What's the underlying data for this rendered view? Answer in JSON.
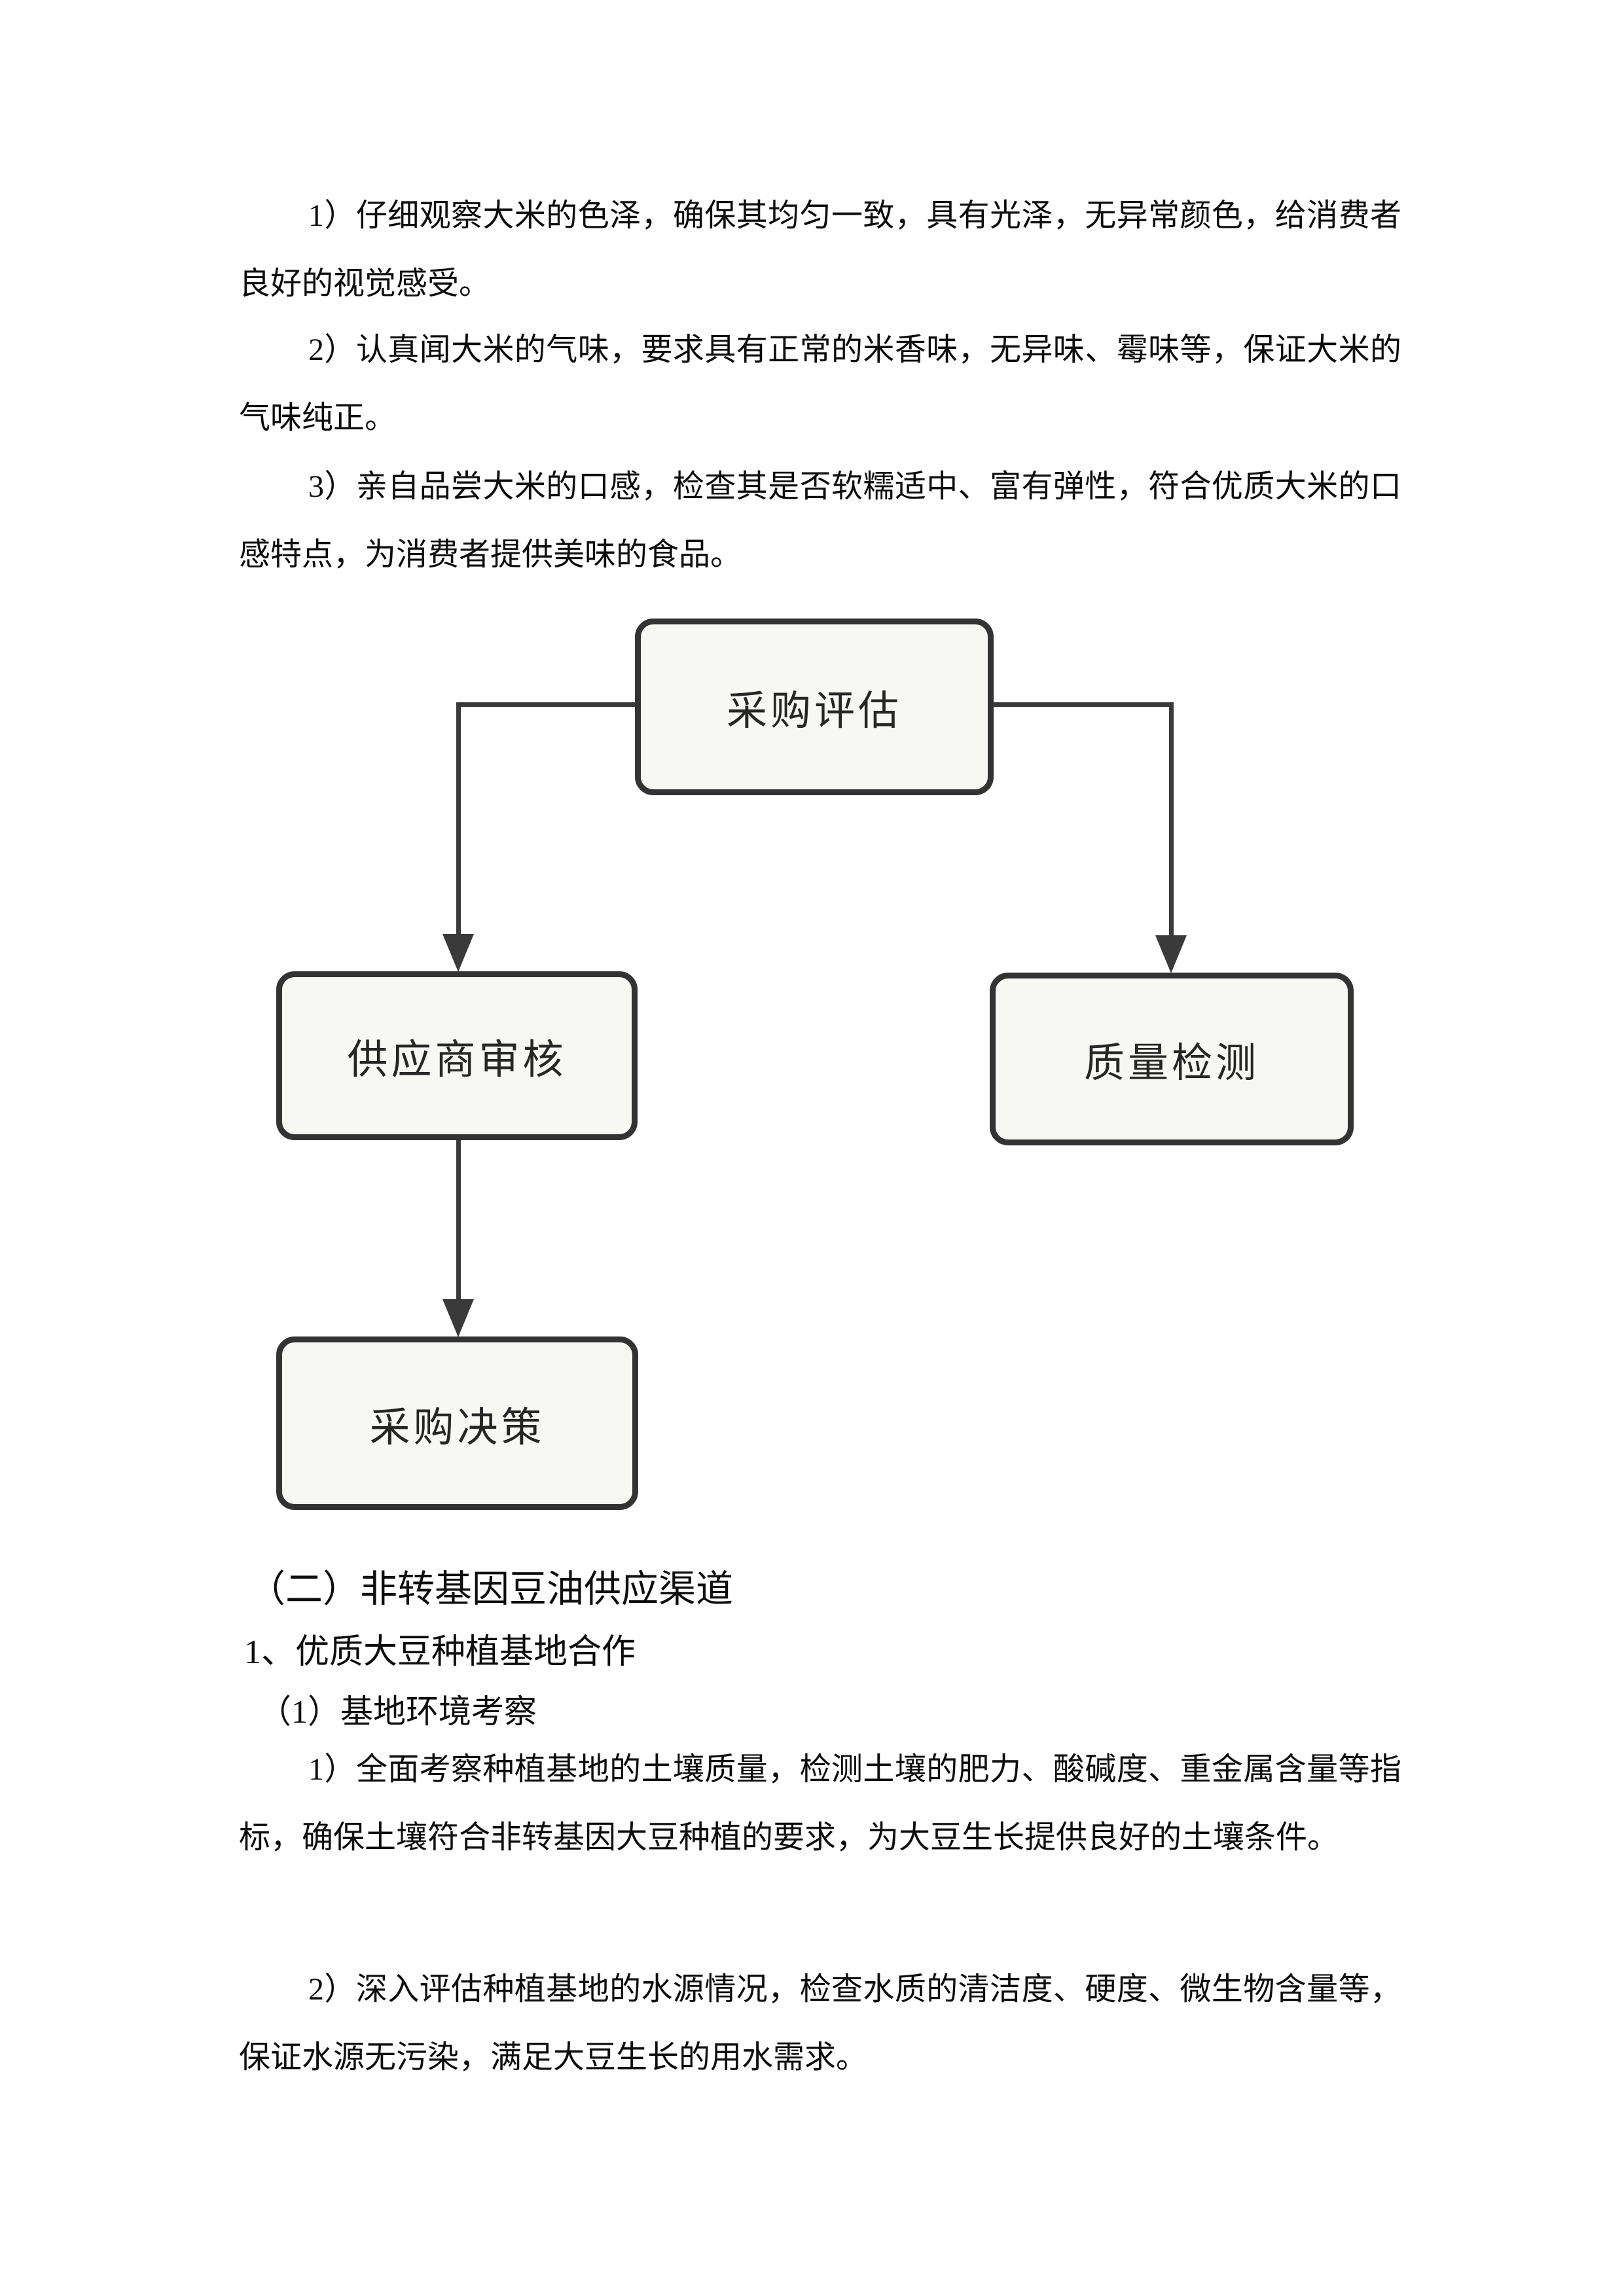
{
  "document": {
    "paragraphs_top": [
      {
        "text": "1）仔细观察大米的色泽，确保其均匀一致，具有光泽，无异常颜色，给消费者良好的视觉感受。"
      },
      {
        "text": "2）认真闻大米的气味，要求具有正常的米香味，无异味、霉味等，保证大米的气味纯正。"
      },
      {
        "text": "3）亲自品尝大米的口感，检查其是否软糯适中、富有弹性，符合优质大米的口感特点，为消费者提供美味的食品。"
      }
    ],
    "section_heading": "（二）非转基因豆油供应渠道",
    "sub_heading_1": "1、优质大豆种植基地合作",
    "sub_heading_2": "（1）基地环境考察",
    "paragraphs_bottom": [
      {
        "text": "1）全面考察种植基地的土壤质量，检测土壤的肥力、酸碱度、重金属含量等指标，确保土壤符合非转基因大豆种植的要求，为大豆生长提供良好的土壤条件。"
      },
      {
        "text": "2）深入评估种植基地的水源情况，检查水质的清洁度、硬度、微生物含量等，保证水源无污染，满足大豆生长的用水需求。"
      }
    ]
  },
  "diagram": {
    "type": "flowchart",
    "nodes": [
      {
        "id": "procurement-evaluation",
        "label": "采购评估"
      },
      {
        "id": "supplier-audit",
        "label": "供应商审核"
      },
      {
        "id": "quality-inspection",
        "label": "质量检测"
      },
      {
        "id": "purchase-decision",
        "label": "采购决策"
      }
    ],
    "edges": [
      {
        "from": "采购评估",
        "to": "供应商审核"
      },
      {
        "from": "采购评估",
        "to": "质量检测"
      },
      {
        "from": "供应商审核",
        "to": "采购决策"
      }
    ],
    "colors": {
      "node_fill": "#f7f7f4",
      "node_border": "#333333",
      "connector": "#3a3a3a",
      "node_text": "#262626"
    }
  }
}
